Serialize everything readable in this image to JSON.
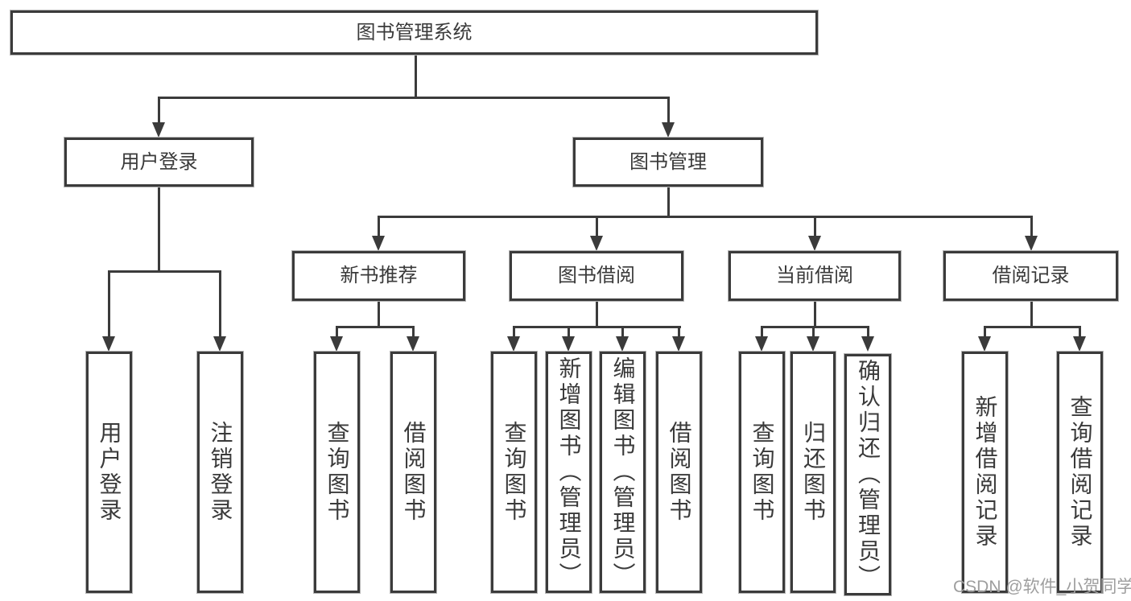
{
  "tree": {
    "root": {
      "label": "图书管理系统",
      "children": [
        {
          "label": "用户登录",
          "children": [
            {
              "label": "用户登录"
            },
            {
              "label": "注销登录"
            }
          ]
        },
        {
          "label": "图书管理",
          "children": [
            {
              "label": "新书推荐",
              "children": [
                {
                  "label": "查询图书"
                },
                {
                  "label": "借阅图书"
                }
              ]
            },
            {
              "label": "图书借阅",
              "children": [
                {
                  "label": "查询图书"
                },
                {
                  "label": "新增图书（管理员）"
                },
                {
                  "label": "编辑图书（管理员）"
                },
                {
                  "label": "借阅图书"
                }
              ]
            },
            {
              "label": "当前借阅",
              "children": [
                {
                  "label": "查询图书"
                },
                {
                  "label": "归还图书"
                },
                {
                  "label": "确认归还（管理员）"
                }
              ]
            },
            {
              "label": "借阅记录",
              "children": [
                {
                  "label": "新增借阅记录"
                },
                {
                  "label": "查询借阅记录"
                }
              ]
            }
          ]
        }
      ]
    }
  },
  "watermark": {
    "text": "CSDN @软件_小贺同学"
  },
  "colors": {
    "line": "#3b3b3b",
    "text": "#3a3a3a",
    "background": "#ffffff",
    "watermark": "#9e9e9e"
  }
}
